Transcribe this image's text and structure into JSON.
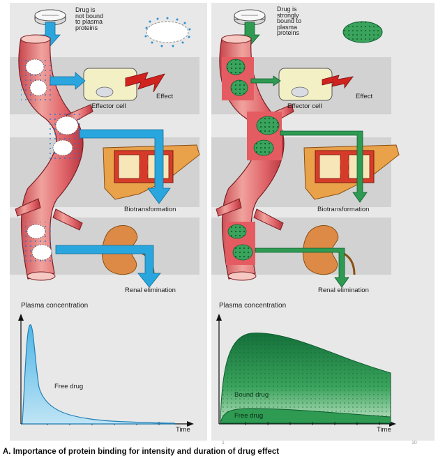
{
  "left": {
    "drug_note": "Drug is\nnot bound\nto plasma\nproteins",
    "effector_label": "Effector cell",
    "effect_label": "Effect",
    "biotransformation_label": "Biotransformation",
    "renal_label": "Renal elimination",
    "plot_ylabel": "Plasma  concentration",
    "plot_xlabel": "Time",
    "curve_label": "Free drug"
  },
  "right": {
    "drug_note": "Drug is\nstrongly\nbound to\nplasma\nproteins",
    "effector_label": "Effector cell",
    "effect_label": "Effect",
    "biotransformation_label": "Biotransformation",
    "renal_label": "Renal elimination",
    "plot_ylabel": "Plasma  concentration",
    "plot_xlabel": "Time",
    "bound_label": "Bound drug",
    "free_label": "Free drug"
  },
  "caption": "A. Importance of protein binding for intensity and duration of drug effect",
  "page_numbers": [
    "1",
    "10"
  ],
  "colors": {
    "panel_bg": "#e6e6e6",
    "band_bg": "#cfcfcf",
    "vessel": "#e0656a",
    "vessel_light": "#f2a6a2",
    "free_drug_blue": "#2aa6de",
    "bound_green": "#1f8a46",
    "effect_red": "#c8201e",
    "organ_orange": "#e9a14a"
  }
}
